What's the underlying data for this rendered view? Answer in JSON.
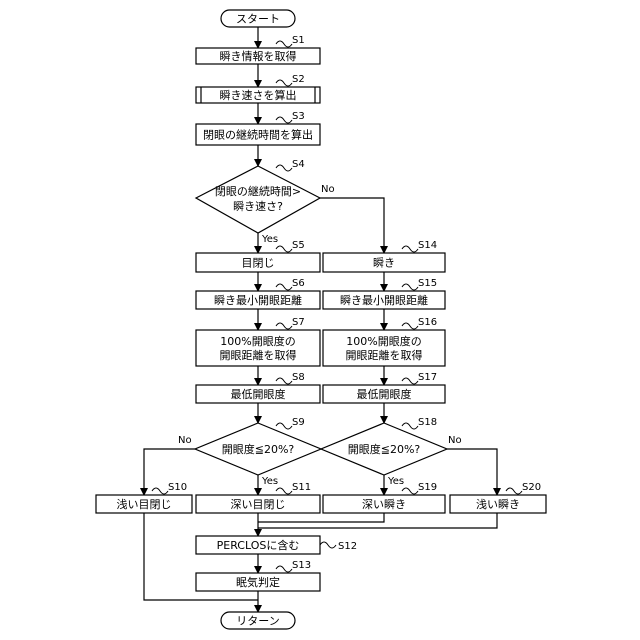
{
  "start": "スタート",
  "end": "リターン",
  "yes": "Yes",
  "no": "No",
  "steps": {
    "s1": {
      "id": "S1",
      "text": "瞬き情報を取得"
    },
    "s2": {
      "id": "S2",
      "text": "瞬き速さを算出"
    },
    "s3": {
      "id": "S3",
      "text": "閉眼の継続時間を算出"
    },
    "s4": {
      "id": "S4",
      "line1": "閉眼の継続時間>",
      "line2": "瞬き速さ?"
    },
    "s5": {
      "id": "S5",
      "text": "目閉じ"
    },
    "s6": {
      "id": "S6",
      "text": "瞬き最小開眼距離"
    },
    "s7": {
      "id": "S7",
      "line1": "100%開眼度の",
      "line2": "開眼距離を取得"
    },
    "s8": {
      "id": "S8",
      "text": "最低開眼度"
    },
    "s9": {
      "id": "S9",
      "text": "開眼度≦20%?"
    },
    "s10": {
      "id": "S10",
      "text": "浅い目閉じ"
    },
    "s11": {
      "id": "S11",
      "text": "深い目閉じ"
    },
    "s12": {
      "id": "S12",
      "text": "PERCLOSに含む"
    },
    "s13": {
      "id": "S13",
      "text": "眠気判定"
    },
    "s14": {
      "id": "S14",
      "text": "瞬き"
    },
    "s15": {
      "id": "S15",
      "text": "瞬き最小開眼距離"
    },
    "s16": {
      "id": "S16",
      "line1": "100%開眼度の",
      "line2": "開眼距離を取得"
    },
    "s17": {
      "id": "S17",
      "text": "最低開眼度"
    },
    "s18": {
      "id": "S18",
      "text": "開眼度≦20%?"
    },
    "s19": {
      "id": "S19",
      "text": "深い瞬き"
    },
    "s20": {
      "id": "S20",
      "text": "浅い瞬き"
    }
  }
}
